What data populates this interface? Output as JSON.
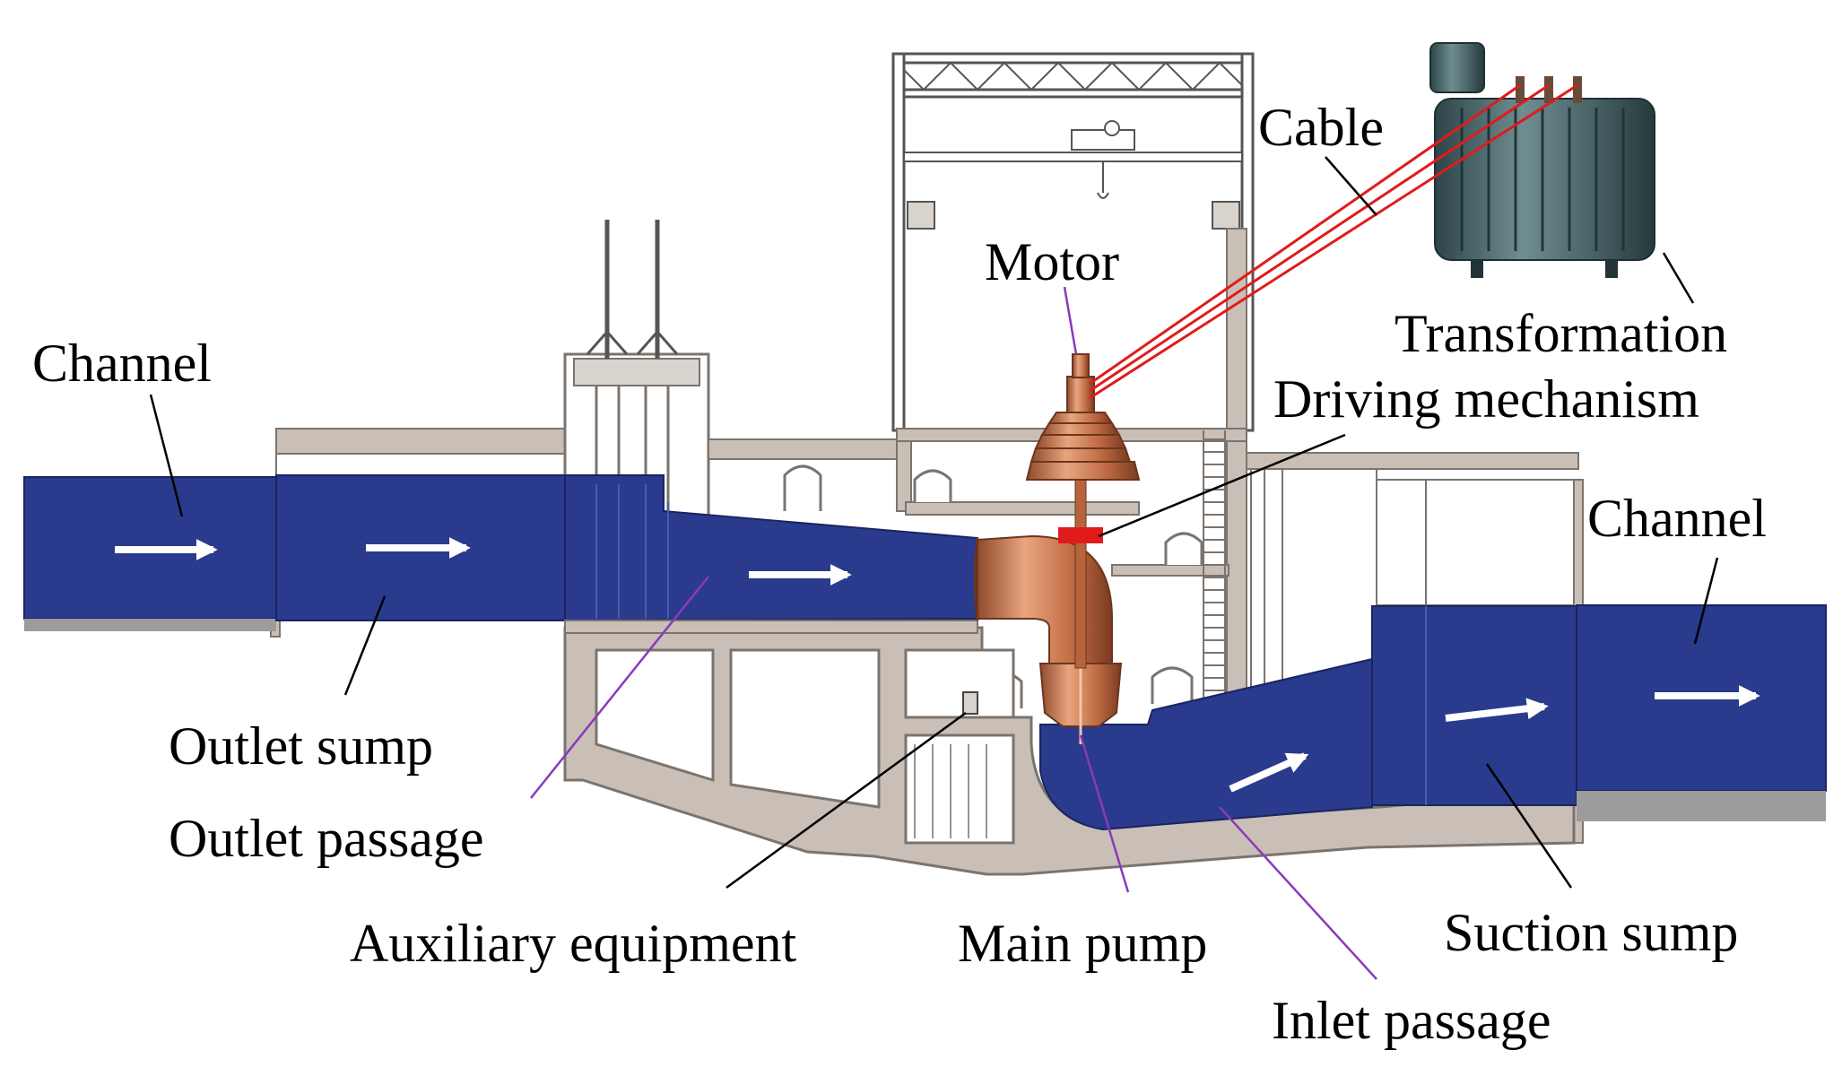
{
  "labels": {
    "channel_left": "Channel",
    "channel_right": "Channel",
    "cable": "Cable",
    "motor": "Motor",
    "transformation": "Transformation",
    "driving_mechanism": "Driving mechanism",
    "outlet_sump": "Outlet sump",
    "outlet_passage": "Outlet passage",
    "auxiliary_equipment": "Auxiliary equipment",
    "main_pump": "Main pump",
    "inlet_passage": "Inlet passage",
    "suction_sump": "Suction sump"
  },
  "colors": {
    "water": "#2a3a8c",
    "concrete": "#c9bfb6",
    "pump_copper": "#c77a52",
    "cable_red": "#e01b1b",
    "leader_purple": "#8a3ab9",
    "transformer": "#4d6b70"
  }
}
